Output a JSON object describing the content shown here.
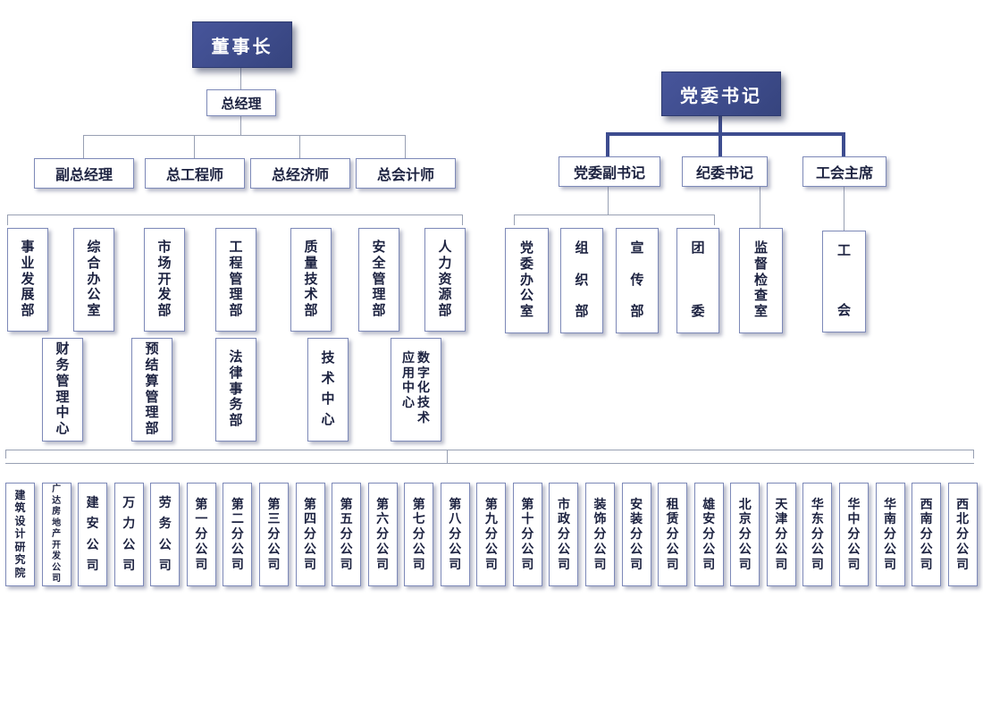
{
  "chairman": "董事长",
  "general_manager": "总经理",
  "executives": [
    "副总经理",
    "总工程师",
    "总经济师",
    "总会计师"
  ],
  "departments_row1": [
    "事业发展部",
    "综合办公室",
    "市场开发部",
    "工程管理部",
    "质量技术部",
    "安全管理部",
    "人力资源部"
  ],
  "departments_row2": [
    "财务管理中心",
    "预结算管理部",
    "法律事务部",
    "技术中心",
    "数字化技术应用中心"
  ],
  "party": {
    "secretary": "党委书记",
    "deputies": [
      "党委副书记",
      "纪委书记",
      "工会主席"
    ],
    "offices": [
      "党委办公室",
      "组织部",
      "宣传部",
      "团委"
    ],
    "supervision_office": "监督检查室",
    "labor_union": "工会"
  },
  "subsidiaries": [
    "建筑设计研究院",
    "广达房地产开发公司",
    "建安公司",
    "万力公司",
    "劳务公司",
    "第一分公司",
    "第二分公司",
    "第三分公司",
    "第四分公司",
    "第五分公司",
    "第六分公司",
    "第七分公司",
    "第八分公司",
    "第九分公司",
    "第十分公司",
    "市政分公司",
    "装饰分公司",
    "安装分公司",
    "租赁分公司",
    "雄安分公司",
    "北京分公司",
    "天津分公司",
    "华东分公司",
    "华中分公司",
    "华南分公司",
    "西南分公司",
    "西北分公司"
  ],
  "colors": {
    "accent_navy": "#3d4c8f",
    "box_border": "#7d89b8",
    "connector_gray": "#98a0b3",
    "text": "#1c2240"
  }
}
